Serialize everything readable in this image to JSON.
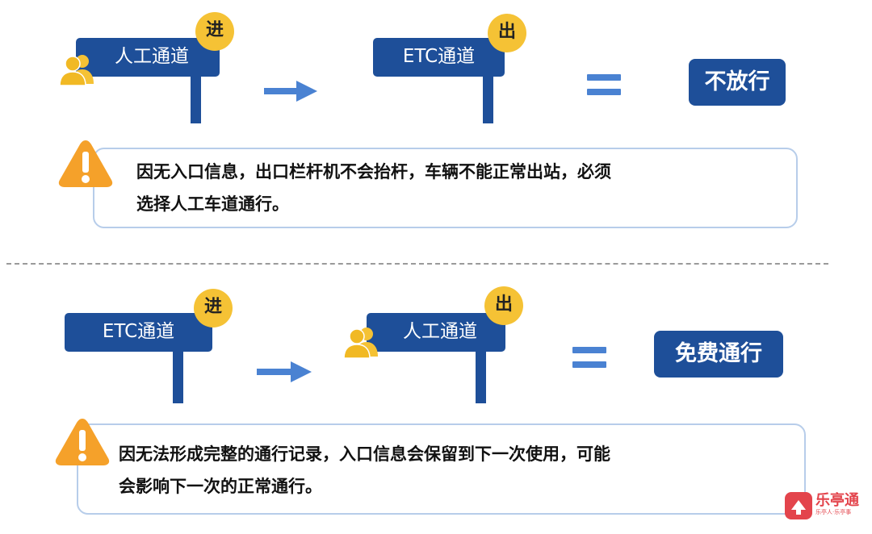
{
  "scenarios": [
    {
      "entry": {
        "badge": "进",
        "label": "人工通道",
        "icon": "person-pair-icon"
      },
      "exit": {
        "badge": "出",
        "label": "ETC通道"
      },
      "equals_icon": "equals-icon",
      "result": "不放行",
      "note_lines": [
        "因无入口信息，出口栏杆机不会抬杆，车辆不能正常出站，必须",
        "选择人工车道通行。"
      ]
    },
    {
      "entry": {
        "badge": "进",
        "label": "ETC通道"
      },
      "exit": {
        "badge": "出",
        "label": "人工通道",
        "icon": "person-pair-icon"
      },
      "equals_icon": "equals-icon",
      "result": "免费通行",
      "note_lines": [
        "因无法形成完整的通行记录，入口信息会保留到下一次使用，可能",
        "会影响下一次的正常通行。"
      ]
    }
  ],
  "watermark": {
    "title": "乐亭通",
    "subtitle": "乐亭人·乐亭事"
  },
  "colors": {
    "sign_blue": "#1e4f99",
    "badge_yellow": "#f5c235",
    "arrow_blue": "#4a82d2",
    "warning_orange": "#f5a12a",
    "note_border": "#b7cdea"
  }
}
